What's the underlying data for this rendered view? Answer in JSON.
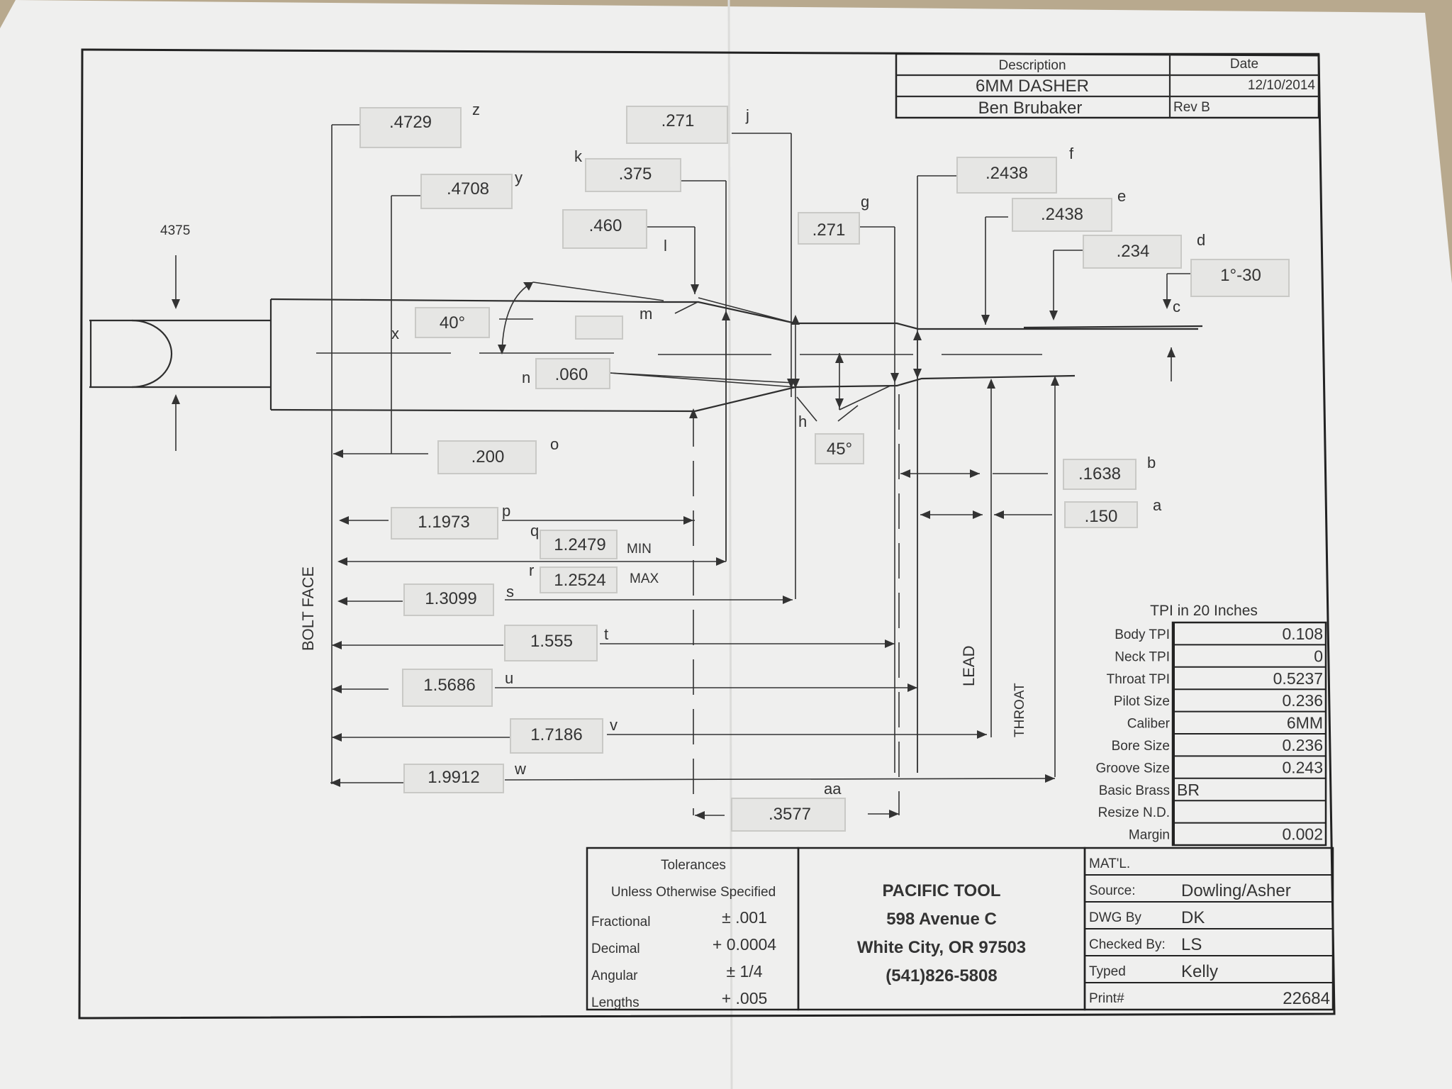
{
  "title_block": {
    "description_header": "Description",
    "date_header": "Date",
    "description": "6MM DASHER",
    "date": "12/10/2014",
    "customer": "Ben Brubaker",
    "revision": "Rev B"
  },
  "dimensions": {
    "z": ".4729",
    "y": ".4708",
    "x_diam": "4375",
    "j": ".271",
    "k": ".375",
    "l": ".460",
    "g": ".271",
    "f": ".2438",
    "e": ".2438",
    "d": ".234",
    "c_angle": "1°-30",
    "angle_40": "40°",
    "n": ".060",
    "o": ".200",
    "angle_45": "45°",
    "b": ".1638",
    "a": ".150",
    "p": "1.1973",
    "q": "1.2479",
    "q_note": "MIN",
    "r": "1.2524",
    "r_note": "MAX",
    "s": "1.3099",
    "t": "1.555",
    "u": "1.5686",
    "v": "1.7186",
    "w": "1.9912",
    "aa": ".3577"
  },
  "letters": {
    "z": "z",
    "y": "y",
    "j": "j",
    "k": "k",
    "l": "l",
    "g": "g",
    "f": "f",
    "e": "e",
    "d": "d",
    "c": "c",
    "m": "m",
    "x": "x",
    "n": "n",
    "h": "h",
    "o": "o",
    "b": "b",
    "a": "a",
    "p": "p",
    "q": "q",
    "r": "r",
    "s": "s",
    "t": "t",
    "u": "u",
    "v": "v",
    "w": "w",
    "aa": "aa"
  },
  "labels": {
    "bolt_face": "BOLT FACE",
    "lead": "LEAD",
    "throat": "THROAT"
  },
  "tpi_table": {
    "title": "TPI in 20 Inches",
    "rows": [
      {
        "label": "Body TPI",
        "value": "0.108"
      },
      {
        "label": "Neck TPI",
        "value": "0"
      },
      {
        "label": "Throat TPI",
        "value": "0.5237"
      },
      {
        "label": "Pilot Size",
        "value": "0.236"
      },
      {
        "label": "Caliber",
        "value": "6MM"
      },
      {
        "label": "Bore Size",
        "value": "0.236"
      },
      {
        "label": "Groove Size",
        "value": "0.243"
      },
      {
        "label": "Basic Brass",
        "value": "BR"
      },
      {
        "label": "Resize N.D.",
        "value": ""
      },
      {
        "label": "Margin",
        "value": "0.002"
      }
    ]
  },
  "tolerances": {
    "title": "Tolerances",
    "subtitle": "Unless Otherwise Specified",
    "rows": [
      {
        "label": "Fractional",
        "value": "± .001"
      },
      {
        "label": "Decimal",
        "value": "+ 0.0004"
      },
      {
        "label": "Angular",
        "value": "± 1/4"
      },
      {
        "label": "Lengths",
        "value": "+ .005"
      }
    ]
  },
  "company": {
    "name": "PACIFIC TOOL",
    "address": "598 Avenue C",
    "city": "White City, OR 97503",
    "phone": "(541)826-5808"
  },
  "signoff": {
    "rows": [
      {
        "label": "MAT'L.",
        "value": ""
      },
      {
        "label": "Source:",
        "value": "Dowling/Asher"
      },
      {
        "label": "DWG By",
        "value": "DK"
      },
      {
        "label": "Checked By:",
        "value": "LS"
      },
      {
        "label": "Typed",
        "value": "Kelly"
      },
      {
        "label": "Print#",
        "value": "22684"
      }
    ]
  }
}
